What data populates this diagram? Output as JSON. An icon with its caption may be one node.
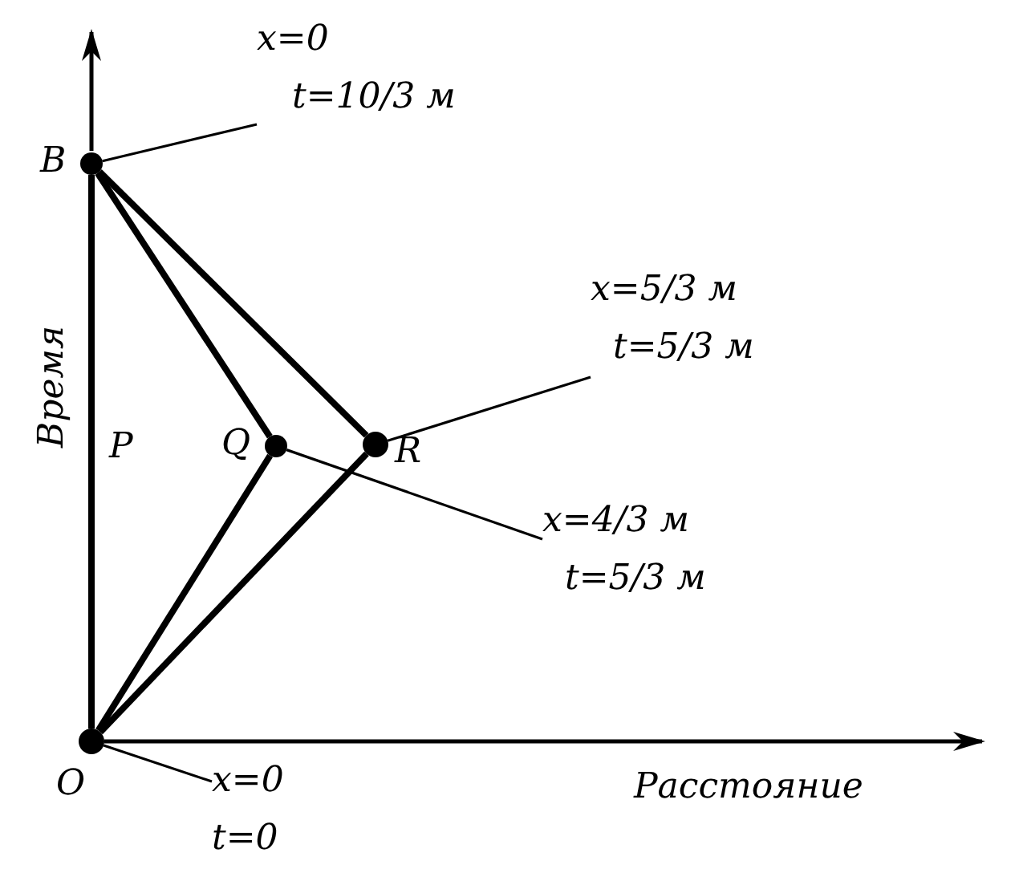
{
  "diagram": {
    "nodes": [
      {
        "text": [],
        "shape": "circle",
        "beside": [
          "B"
        ]
      },
      {
        "text": [],
        "shape": "circle",
        "beside": [
          "Q"
        ]
      },
      {
        "text": [],
        "shape": "circle",
        "beside": [
          "R"
        ]
      },
      {
        "text": [],
        "shape": "circle",
        "beside": [
          "O"
        ]
      },
      {
        "text": [
          "x=0",
          "t=10/3 м"
        ]
      },
      {
        "text": [
          "x=5/3 м",
          "t=5/3 м"
        ]
      },
      {
        "text": [
          "x=4/3 м",
          "t=5/3 м"
        ]
      },
      {
        "text": [
          "x=0",
          "t=0"
        ]
      }
    ],
    "edges": [
      {
        "from": 3,
        "to": 0,
        "arrow": "none"
      },
      {
        "from": 0,
        "to": 1,
        "arrow": "none"
      },
      {
        "from": 0,
        "to": 2,
        "arrow": "none"
      },
      {
        "from": 3,
        "to": 1,
        "arrow": "none"
      },
      {
        "from": 3,
        "to": 2,
        "arrow": "none"
      },
      {
        "from": 4,
        "to": 0,
        "arrow": "none"
      },
      {
        "from": 5,
        "to": 2,
        "arrow": "none"
      },
      {
        "from": 6,
        "to": 1,
        "arrow": "none"
      },
      {
        "from": 7,
        "to": 3,
        "arrow": "none"
      }
    ],
    "labels": [
      "P",
      "Время",
      "Расстояние"
    ]
  }
}
